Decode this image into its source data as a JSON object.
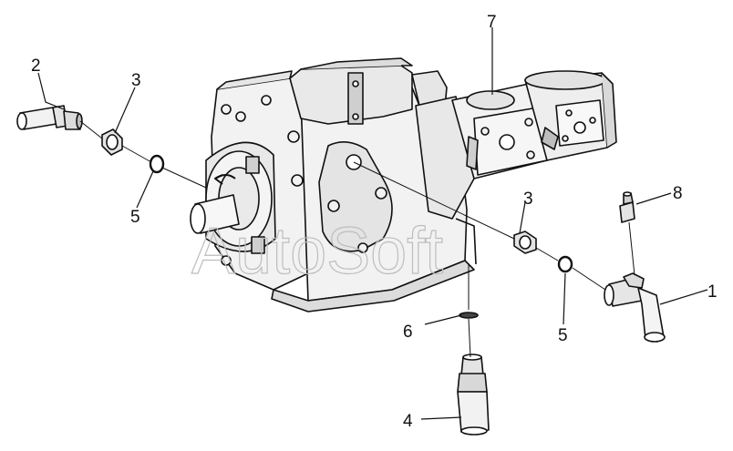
{
  "watermark": "AutoSoft",
  "callouts": {
    "c1": "1",
    "c2": "2",
    "c3a": "3",
    "c3b": "3",
    "c4": "4",
    "c5a": "5",
    "c5b": "5",
    "c6": "6",
    "c7": "7",
    "c8": "8"
  },
  "colors": {
    "line": "#111111",
    "fill": "#f2f2f2",
    "shade": "#d9d9d9",
    "watermark": "#bdbdbd"
  }
}
